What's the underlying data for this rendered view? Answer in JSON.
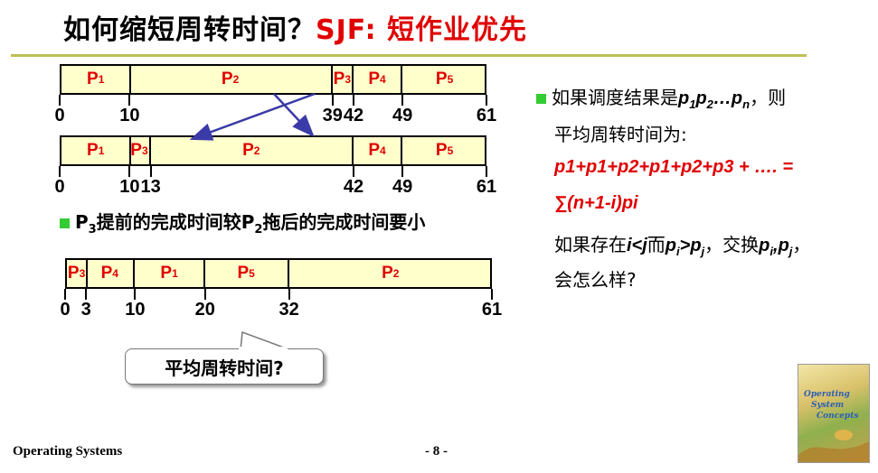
{
  "title": {
    "main": "如何缩短周转时间？",
    "highlight": "SJF: 短作业优先"
  },
  "gantt1": {
    "segments": [
      {
        "p": "P",
        "n": "1",
        "from": 0,
        "to": 10
      },
      {
        "p": "P",
        "n": "2",
        "from": 10,
        "to": 39
      },
      {
        "p": "P",
        "n": "3",
        "from": 39,
        "to": 42
      },
      {
        "p": "P",
        "n": "4",
        "from": 42,
        "to": 49
      },
      {
        "p": "P",
        "n": "5",
        "from": 49,
        "to": 61
      }
    ],
    "ticks": [
      "0",
      "10",
      "39",
      "42",
      "49",
      "61"
    ]
  },
  "gantt2": {
    "segments": [
      {
        "p": "P",
        "n": "1",
        "from": 0,
        "to": 10
      },
      {
        "p": "P",
        "n": "3",
        "from": 10,
        "to": 13
      },
      {
        "p": "P",
        "n": "2",
        "from": 13,
        "to": 42
      },
      {
        "p": "P",
        "n": "4",
        "from": 42,
        "to": 49
      },
      {
        "p": "P",
        "n": "5",
        "from": 49,
        "to": 61
      }
    ],
    "ticks": [
      "0",
      "10",
      "13",
      "42",
      "49",
      "61"
    ]
  },
  "gantt3": {
    "segments": [
      {
        "p": "P",
        "n": "3",
        "from": 0,
        "to": 3
      },
      {
        "p": "P",
        "n": "4",
        "from": 3,
        "to": 10
      },
      {
        "p": "P",
        "n": "1",
        "from": 10,
        "to": 20
      },
      {
        "p": "P",
        "n": "5",
        "from": 20,
        "to": 32
      },
      {
        "p": "P",
        "n": "2",
        "from": 32,
        "to": 61
      }
    ],
    "ticks": [
      "0",
      "3",
      "10",
      "20",
      "32",
      "61"
    ]
  },
  "note": {
    "a": "P",
    "a_sub": "3",
    "b": "提前的完成时间较",
    "c": "P",
    "c_sub": "2",
    "d": "拖后的完成时间要小"
  },
  "right": {
    "line1_a": "如果调度结果是",
    "line1_p1": "p",
    "line1_s1": "1",
    "line1_p2": "p",
    "line1_s2": "2",
    "line1_dots": "…",
    "line1_pn": "p",
    "line1_sn": "n",
    "line1_b": "，则",
    "line2": "平均周转时间为:",
    "formula1": "p1+p1+p2+p1+p2+p3 + …. =",
    "formula2": "∑(n+1-i)pi",
    "line5_a": "如果存在",
    "line5_cond": "i<j",
    "line5_b": "而",
    "line5_pi": "p",
    "line5_pi_s": "i",
    "line5_gt": ">",
    "line5_pj": "p",
    "line5_pj_s": "j",
    "line5_c": "，交换",
    "line5_swap": "p",
    "line5_swap_s1": "i",
    "line5_comma": ",",
    "line5_swap2": "p",
    "line5_swap_s2": "j",
    "line5_d": "，",
    "line6": "会怎么样?"
  },
  "bubble": "平均周转时间?",
  "footer": {
    "left": "Operating Systems",
    "page": "- 8 -"
  },
  "book": {
    "t1": "Operating",
    "t2": "System",
    "t3": "Concepts"
  },
  "colors": {
    "accent": "#e00000",
    "bar_fill": "#ffffcc",
    "bullet": "#33cc33",
    "rule": "#bfbf55"
  }
}
